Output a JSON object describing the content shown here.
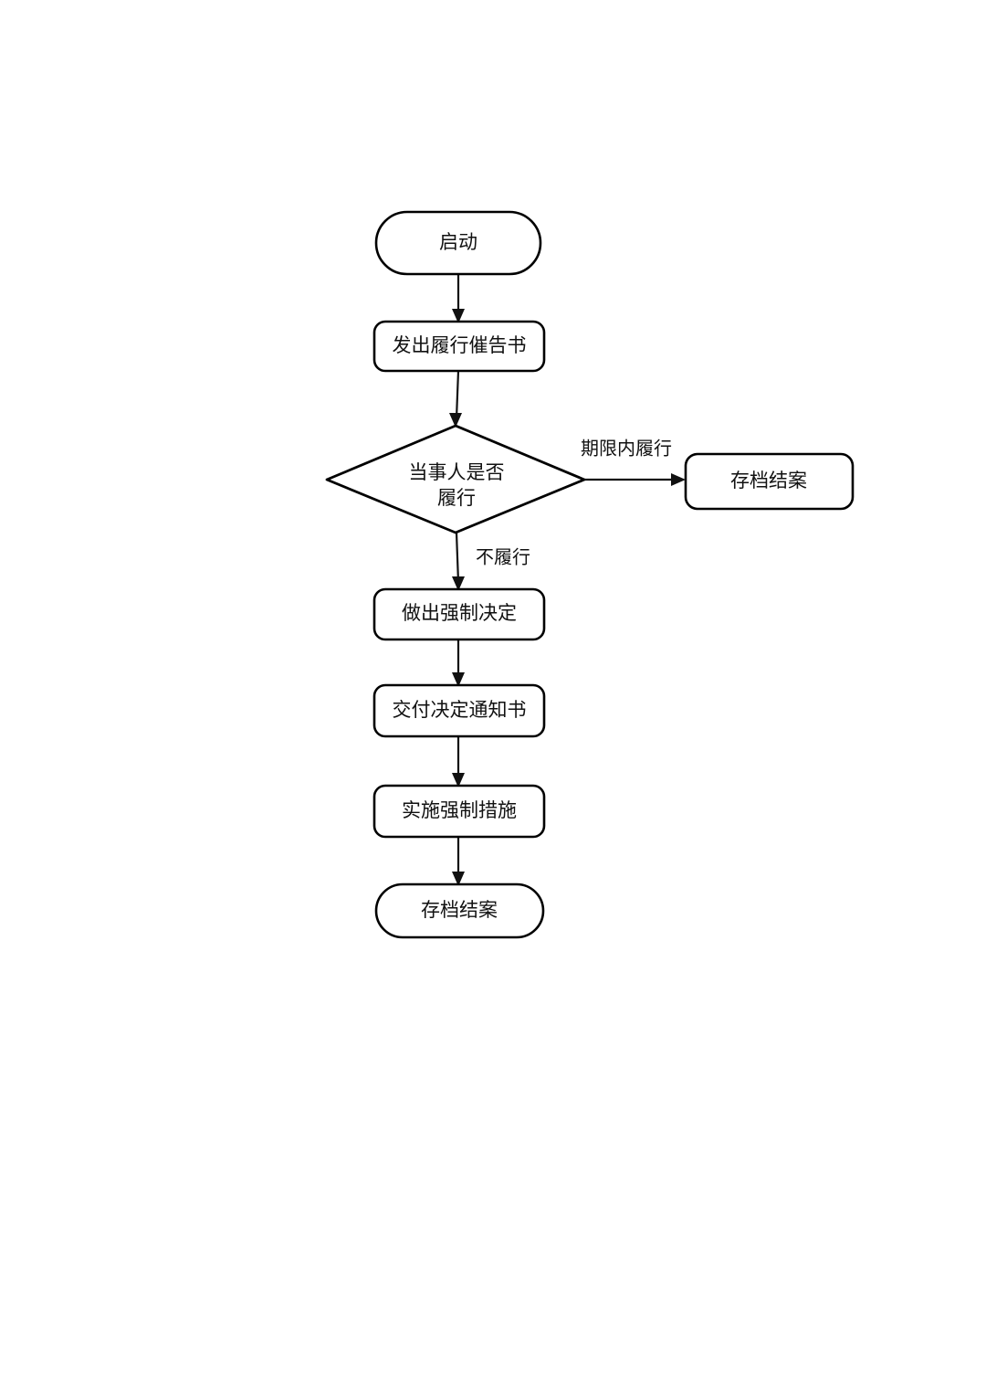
{
  "diagram": {
    "type": "flowchart",
    "orientation": "top-to-bottom",
    "background_color": "#ffffff",
    "stroke_color": "#000000",
    "fill_color": "#ffffff",
    "text_color": "#111111",
    "nodes": [
      {
        "id": "start",
        "label": "启动",
        "shape": "stadium"
      },
      {
        "id": "notice",
        "label": "发出履行催告书",
        "shape": "rounded-rect"
      },
      {
        "id": "decision_l1",
        "label": "当事人是否",
        "shape": "diamond"
      },
      {
        "id": "decision_l2",
        "label": "履行",
        "shape": "diamond"
      },
      {
        "id": "archive_r",
        "label": "存档结案",
        "shape": "rounded-rect"
      },
      {
        "id": "decide",
        "label": "做出强制决定",
        "shape": "rounded-rect"
      },
      {
        "id": "deliver",
        "label": "交付决定通知书",
        "shape": "rounded-rect"
      },
      {
        "id": "enforce",
        "label": "实施强制措施",
        "shape": "rounded-rect"
      },
      {
        "id": "archive_b",
        "label": "存档结案",
        "shape": "stadium"
      }
    ],
    "edges": [
      {
        "id": "e1",
        "from": "start",
        "to": "notice",
        "label": ""
      },
      {
        "id": "e2",
        "from": "notice",
        "to": "decision_l1",
        "label": ""
      },
      {
        "id": "e3",
        "from": "decision_l1",
        "to": "archive_r",
        "label": "期限内履行"
      },
      {
        "id": "e4",
        "from": "decision_l1",
        "to": "decide",
        "label": "不履行"
      },
      {
        "id": "e5",
        "from": "decide",
        "to": "deliver",
        "label": ""
      },
      {
        "id": "e6",
        "from": "deliver",
        "to": "enforce",
        "label": ""
      },
      {
        "id": "e7",
        "from": "enforce",
        "to": "archive_b",
        "label": ""
      }
    ]
  }
}
